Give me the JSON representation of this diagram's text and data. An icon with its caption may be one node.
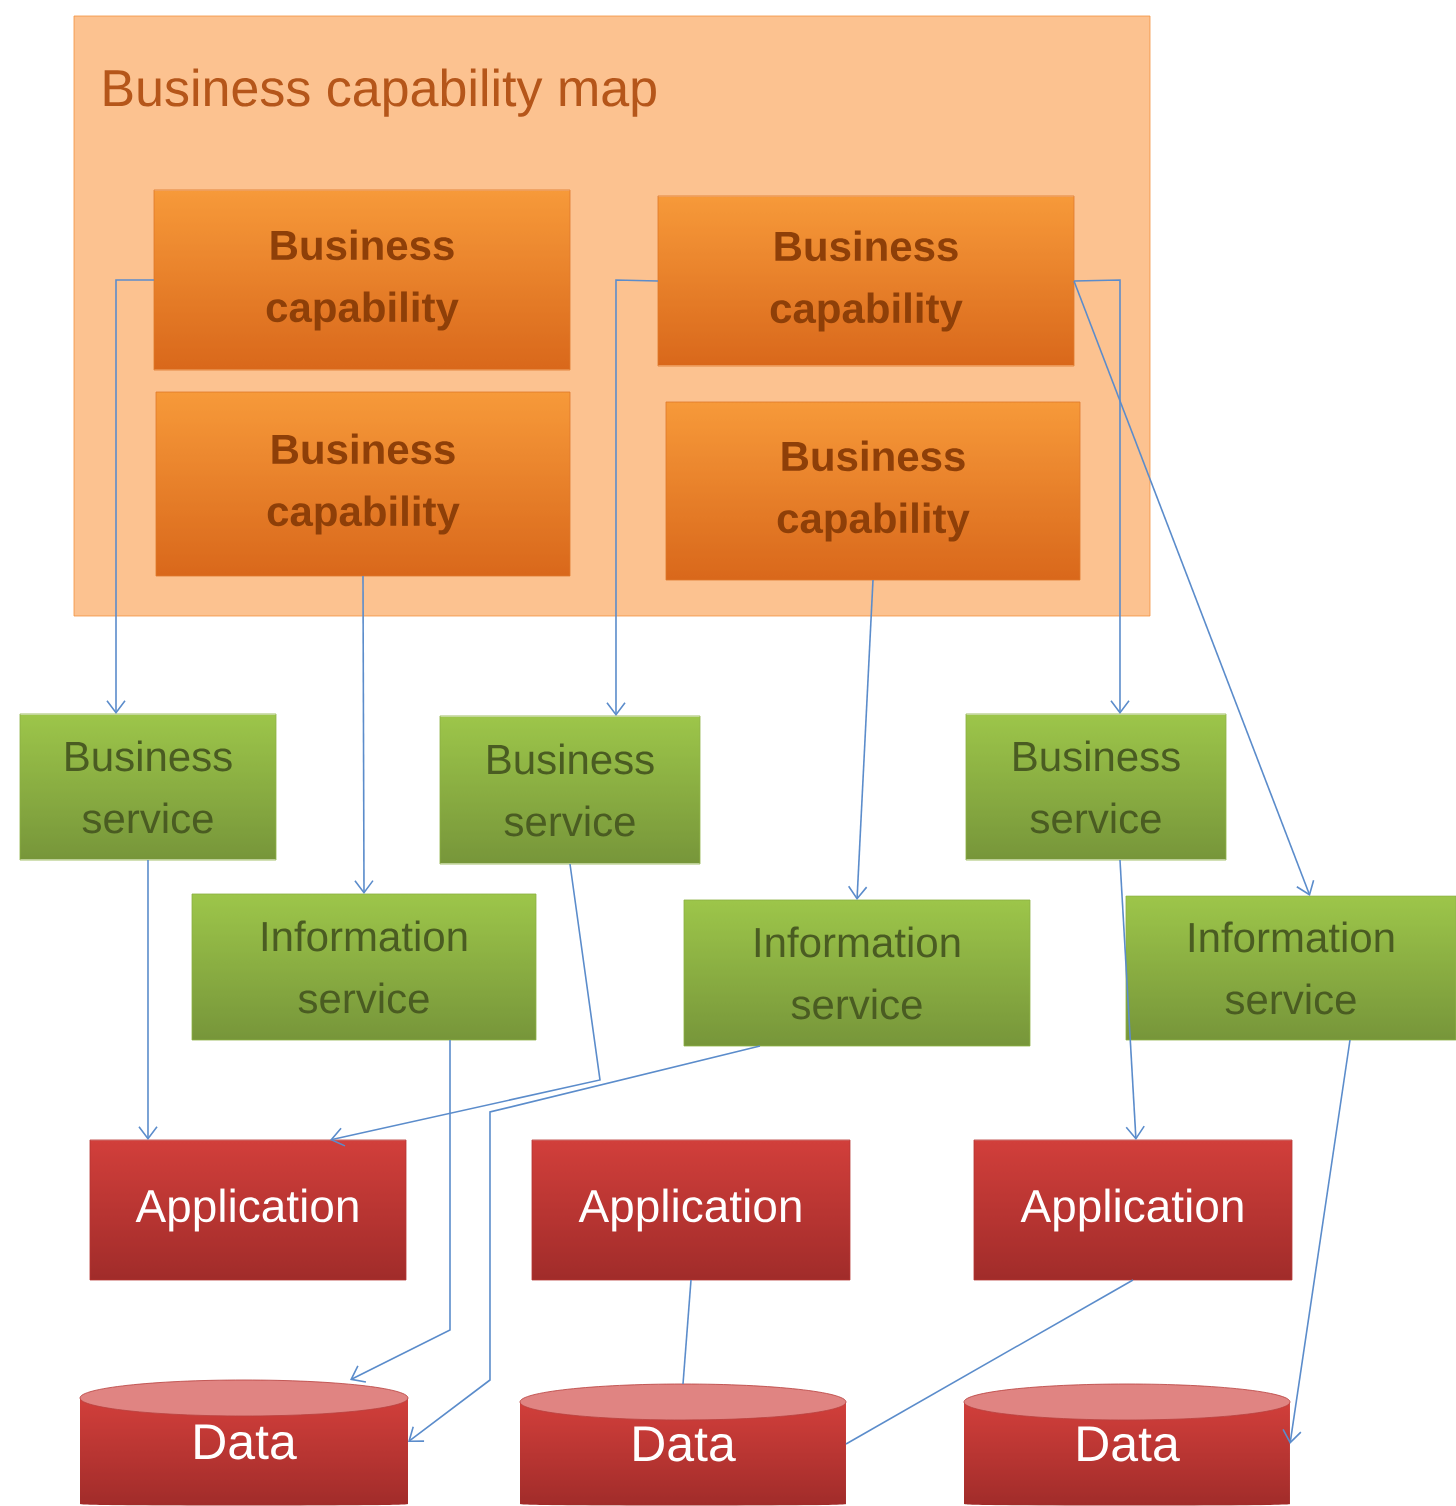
{
  "diagram": {
    "nodes": [
      {
        "text": [
          "Business capability map"
        ]
      },
      {
        "text": [
          "Business capability"
        ],
        "in": 0
      },
      {
        "text": [
          "Business capability"
        ],
        "in": 0
      },
      {
        "text": [
          "Business capability"
        ],
        "in": 0
      },
      {
        "text": [
          "Business capability"
        ],
        "in": 0
      },
      {
        "text": [
          "Business service"
        ]
      },
      {
        "text": [
          "Business service"
        ]
      },
      {
        "text": [
          "Business service"
        ]
      },
      {
        "text": [
          "Information service"
        ]
      },
      {
        "text": [
          "Information service"
        ]
      },
      {
        "text": [
          "Information service"
        ]
      },
      {
        "text": [
          "Application"
        ]
      },
      {
        "text": [
          "Application"
        ]
      },
      {
        "text": [
          "Application"
        ]
      },
      {
        "text": [
          "Data"
        ]
      },
      {
        "text": [
          "Data"
        ]
      },
      {
        "text": [
          "Data"
        ]
      }
    ],
    "edges": [
      {
        "from": 1,
        "to": 5,
        "arrow": "to"
      },
      {
        "from": 3,
        "to": 8,
        "arrow": "to"
      },
      {
        "from": 2,
        "to": 6,
        "arrow": "to"
      },
      {
        "from": 4,
        "to": 9,
        "arrow": "to"
      },
      {
        "from": 2,
        "to": 7,
        "arrow": "to"
      },
      {
        "from": 2,
        "to": 10,
        "arrow": "to"
      },
      {
        "from": 5,
        "to": 11,
        "arrow": "to"
      },
      {
        "from": 6,
        "to": 11,
        "arrow": "to"
      },
      {
        "from": 8,
        "to": 14,
        "arrow": "to"
      },
      {
        "from": 9,
        "to": 14,
        "arrow": "to"
      },
      {
        "from": 7,
        "to": 13,
        "arrow": "to"
      },
      {
        "from": 12,
        "to": 15,
        "arrow": "none"
      },
      {
        "from": 13,
        "to": 15,
        "arrow": "none"
      },
      {
        "from": 10,
        "to": 16,
        "arrow": "to"
      }
    ]
  }
}
